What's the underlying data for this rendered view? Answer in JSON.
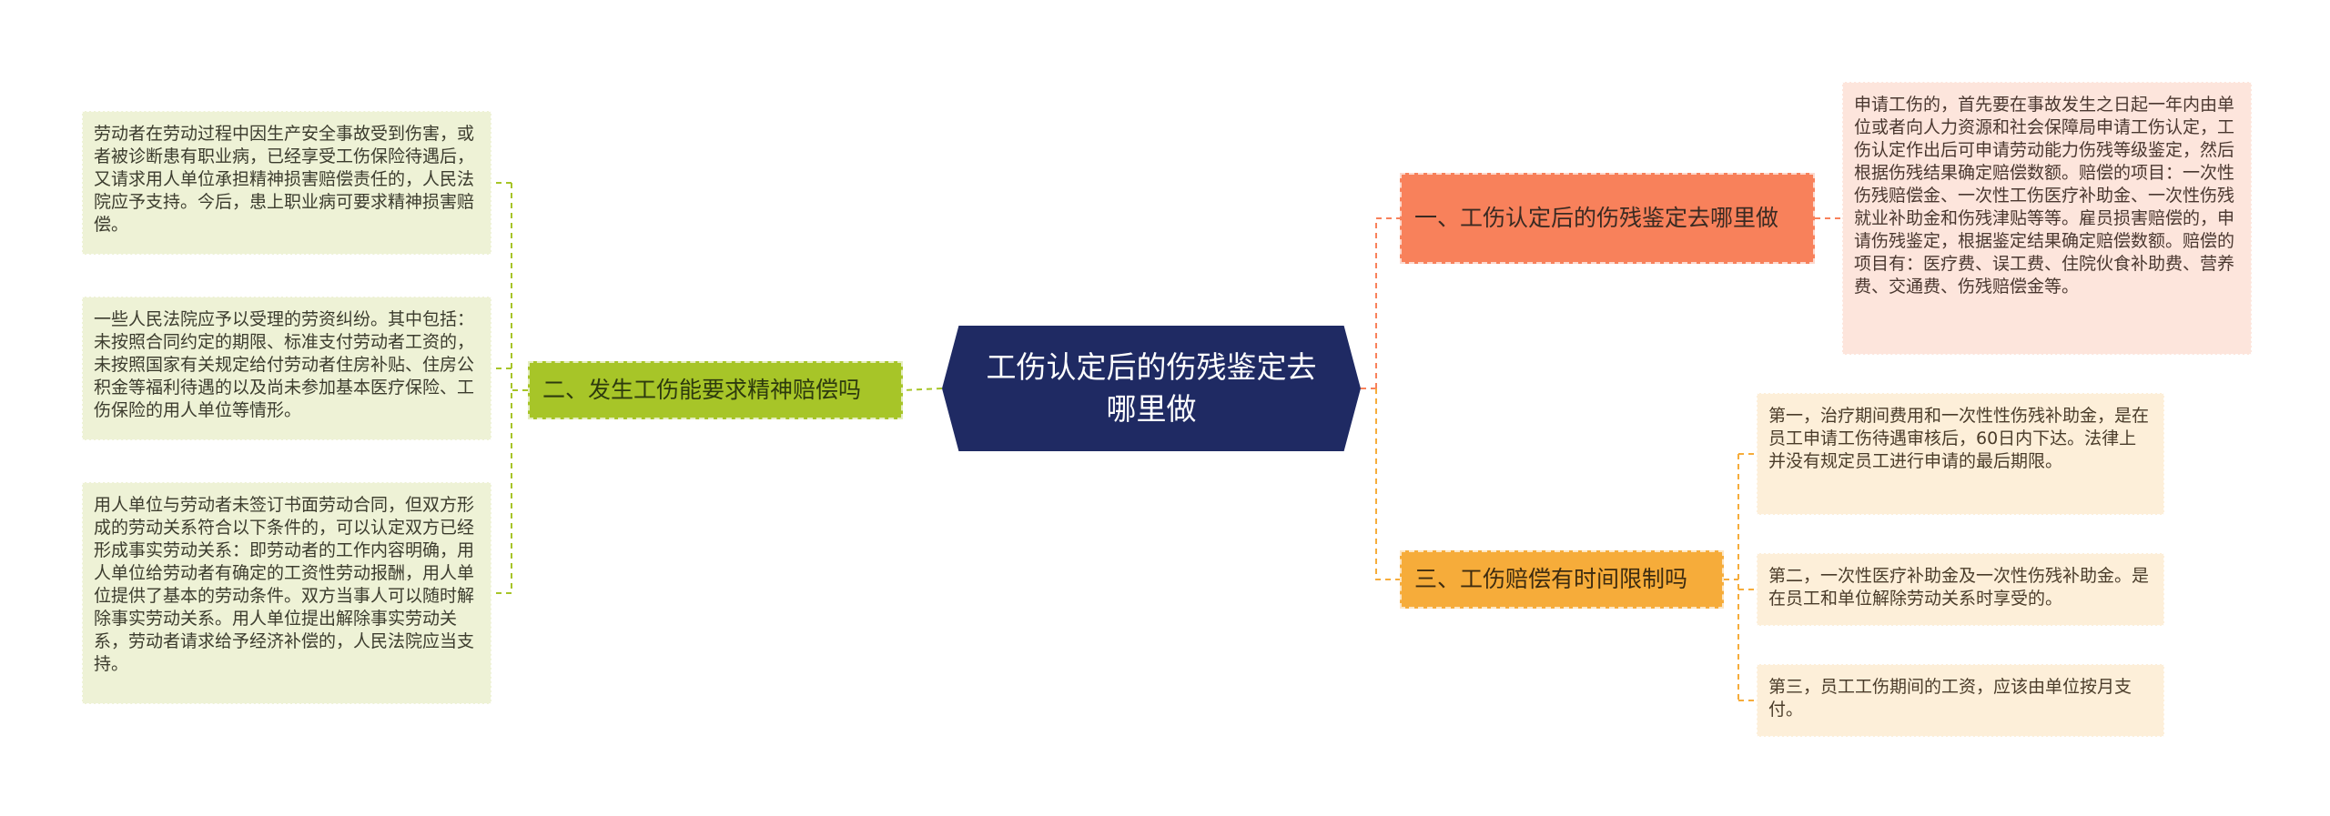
{
  "central": {
    "label": "工伤认定后的伤残鉴定去哪里做"
  },
  "branches": [
    {
      "label": "一、工伤认定后的伤残鉴定去哪里做"
    },
    {
      "label": "二、发生工伤能要求精神赔偿吗"
    },
    {
      "label": "三、工伤赔偿有时间限制吗"
    }
  ],
  "leaves": {
    "branch1": [
      "申请工伤的，首先要在事故发生之日起一年内由单位或者向人力资源和社会保障局申请工伤认定，工伤认定作出后可申请劳动能力伤残等级鉴定，然后根据伤残结果确定赔偿数额。赔偿的项目：一次性伤残赔偿金、一次性工伤医疗补助金、一次性伤残就业补助金和伤残津贴等等。雇员损害赔偿的，申请伤残鉴定，根据鉴定结果确定赔偿数额。赔偿的项目有：医疗费、误工费、住院伙食补助费、营养费、交通费、伤残赔偿金等。"
    ],
    "branch2": [
      "劳动者在劳动过程中因生产安全事故受到伤害，或者被诊断患有职业病，已经享受工伤保险待遇后，又请求用人单位承担精神损害赔偿责任的，人民法院应予支持。今后，患上职业病可要求精神损害赔偿。",
      "一些人民法院应予以受理的劳资纠纷。其中包括：未按照合同约定的期限、标准支付劳动者工资的，未按照国家有关规定给付劳动者住房补贴、住房公积金等福利待遇的以及尚未参加基本医疗保险、工伤保险的用人单位等情形。",
      "用人单位与劳动者未签订书面劳动合同，但双方形成的劳动关系符合以下条件的，可以认定双方已经形成事实劳动关系：即劳动者的工作内容明确，用人单位给劳动者有确定的工资性劳动报酬，用人单位提供了基本的劳动条件。双方当事人可以随时解除事实劳动关系。用人单位提出解除事实劳动关系，劳动者请求给予经济补偿的，人民法院应当支持。"
    ],
    "branch3": [
      "第一，治疗期间费用和一次性性伤残补助金，是在员工申请工伤待遇审核后，60日内下达。法律上并没有规定员工进行申请的最后期限。",
      "第二，一次性医疗补助金及一次性伤残补助金。是在员工和单位解除劳动关系时享受的。",
      "第三，员工工伤期间的工资，应该由单位按月支付。"
    ]
  },
  "colors": {
    "central": "#1f2a63",
    "branch1": "#f8815b",
    "branch2": "#a7c528",
    "branch3": "#f6ac3a",
    "leaf_green": "#eef2d6",
    "leaf_pink": "#fde5dc",
    "leaf_cream": "#fdefd9"
  }
}
